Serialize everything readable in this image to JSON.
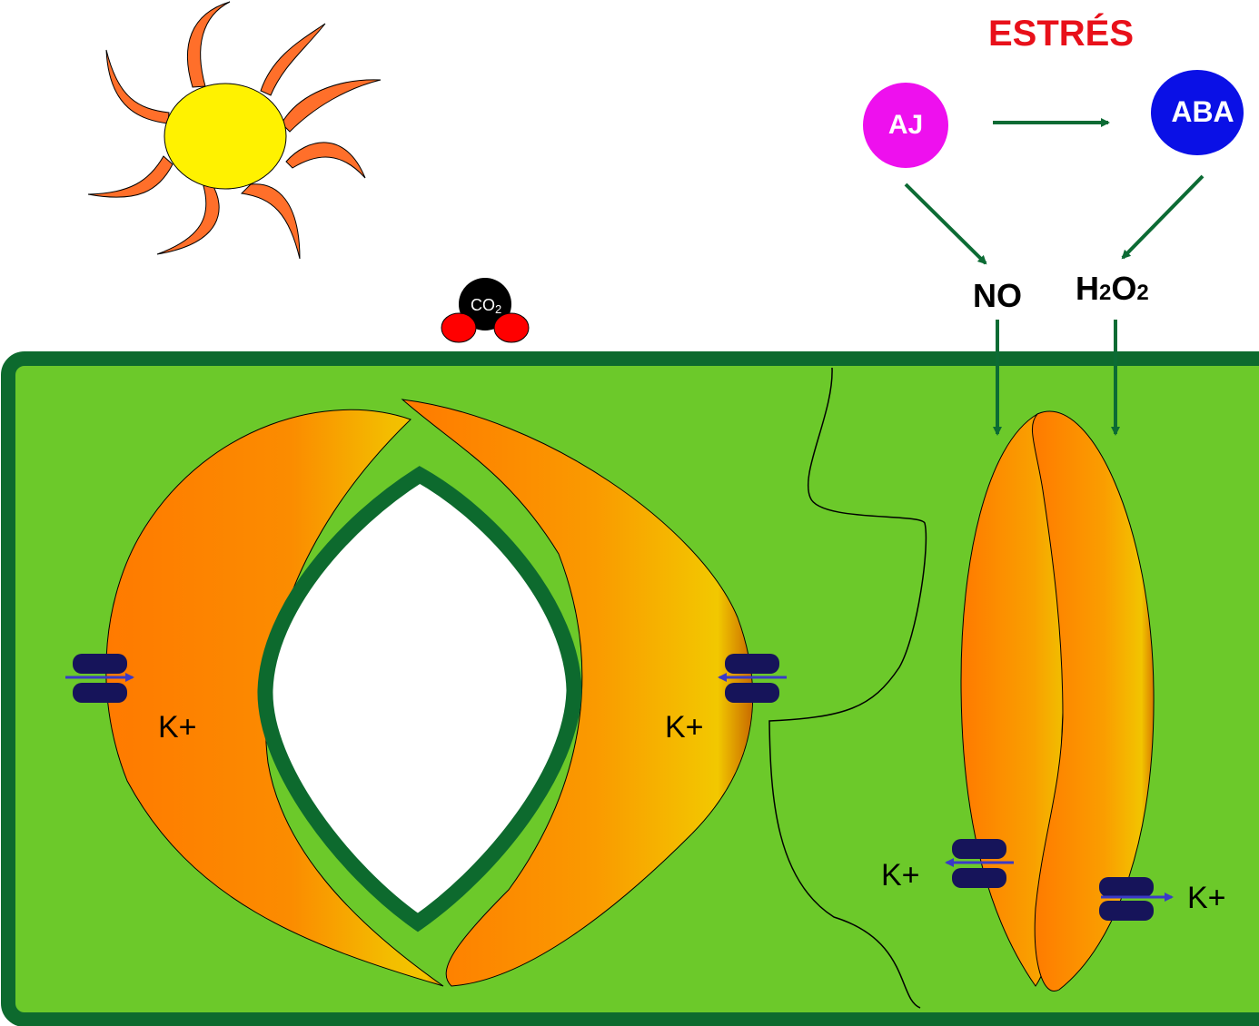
{
  "stress": {
    "label": "ESTRÉS",
    "color": "#e8101a"
  },
  "nodes": {
    "aj": {
      "label": "AJ",
      "color": "#ee10ee"
    },
    "aba": {
      "label": "ABA",
      "color": "#0a10e6"
    }
  },
  "signals": {
    "no": {
      "label": "NO"
    },
    "h2o2": {
      "h": "H",
      "sub1": "2",
      "o": "O",
      "sub2": "2"
    }
  },
  "co2": {
    "base": "CO",
    "sub": "2"
  },
  "ions": {
    "open_left": "K+",
    "open_right": "K+",
    "closed_left": "K+",
    "closed_right": "K+"
  },
  "colors": {
    "epidermis_fill": "#6cc92a",
    "epidermis_border": "#0d6a2e",
    "arrow": "#0c6b34",
    "guard_cell_dark": "#ff7a00",
    "guard_cell_light": "#f4c400",
    "sun_core": "#fff200",
    "sun_rays": "#ff6f2a",
    "channel": "#16145a",
    "co2_carbon": "#000000",
    "co2_oxygen": "#ff0000"
  },
  "icons": [
    "sun-icon",
    "co2-molecule-icon",
    "potassium-channel-icon"
  ]
}
